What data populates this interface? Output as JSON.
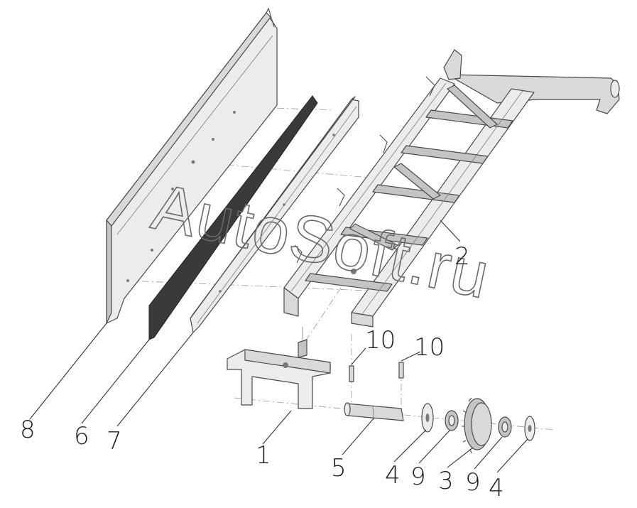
{
  "watermark": "AutoSoft.ru",
  "callouts": [
    {
      "id": "1",
      "text": "1"
    },
    {
      "id": "2",
      "text": "2"
    },
    {
      "id": "3",
      "text": "3"
    },
    {
      "id": "4a",
      "text": "4"
    },
    {
      "id": "4b",
      "text": "4"
    },
    {
      "id": "5",
      "text": "5"
    },
    {
      "id": "6",
      "text": "6"
    },
    {
      "id": "7",
      "text": "7"
    },
    {
      "id": "8",
      "text": "8"
    },
    {
      "id": "9a",
      "text": "9"
    },
    {
      "id": "9b",
      "text": "9"
    },
    {
      "id": "10a",
      "text": "10"
    },
    {
      "id": "10b",
      "text": "10"
    }
  ],
  "colors": {
    "background": "#ffffff",
    "part": "#d9d9d9",
    "belt": "#3a3a3a",
    "outline": "#4a4a4a"
  }
}
